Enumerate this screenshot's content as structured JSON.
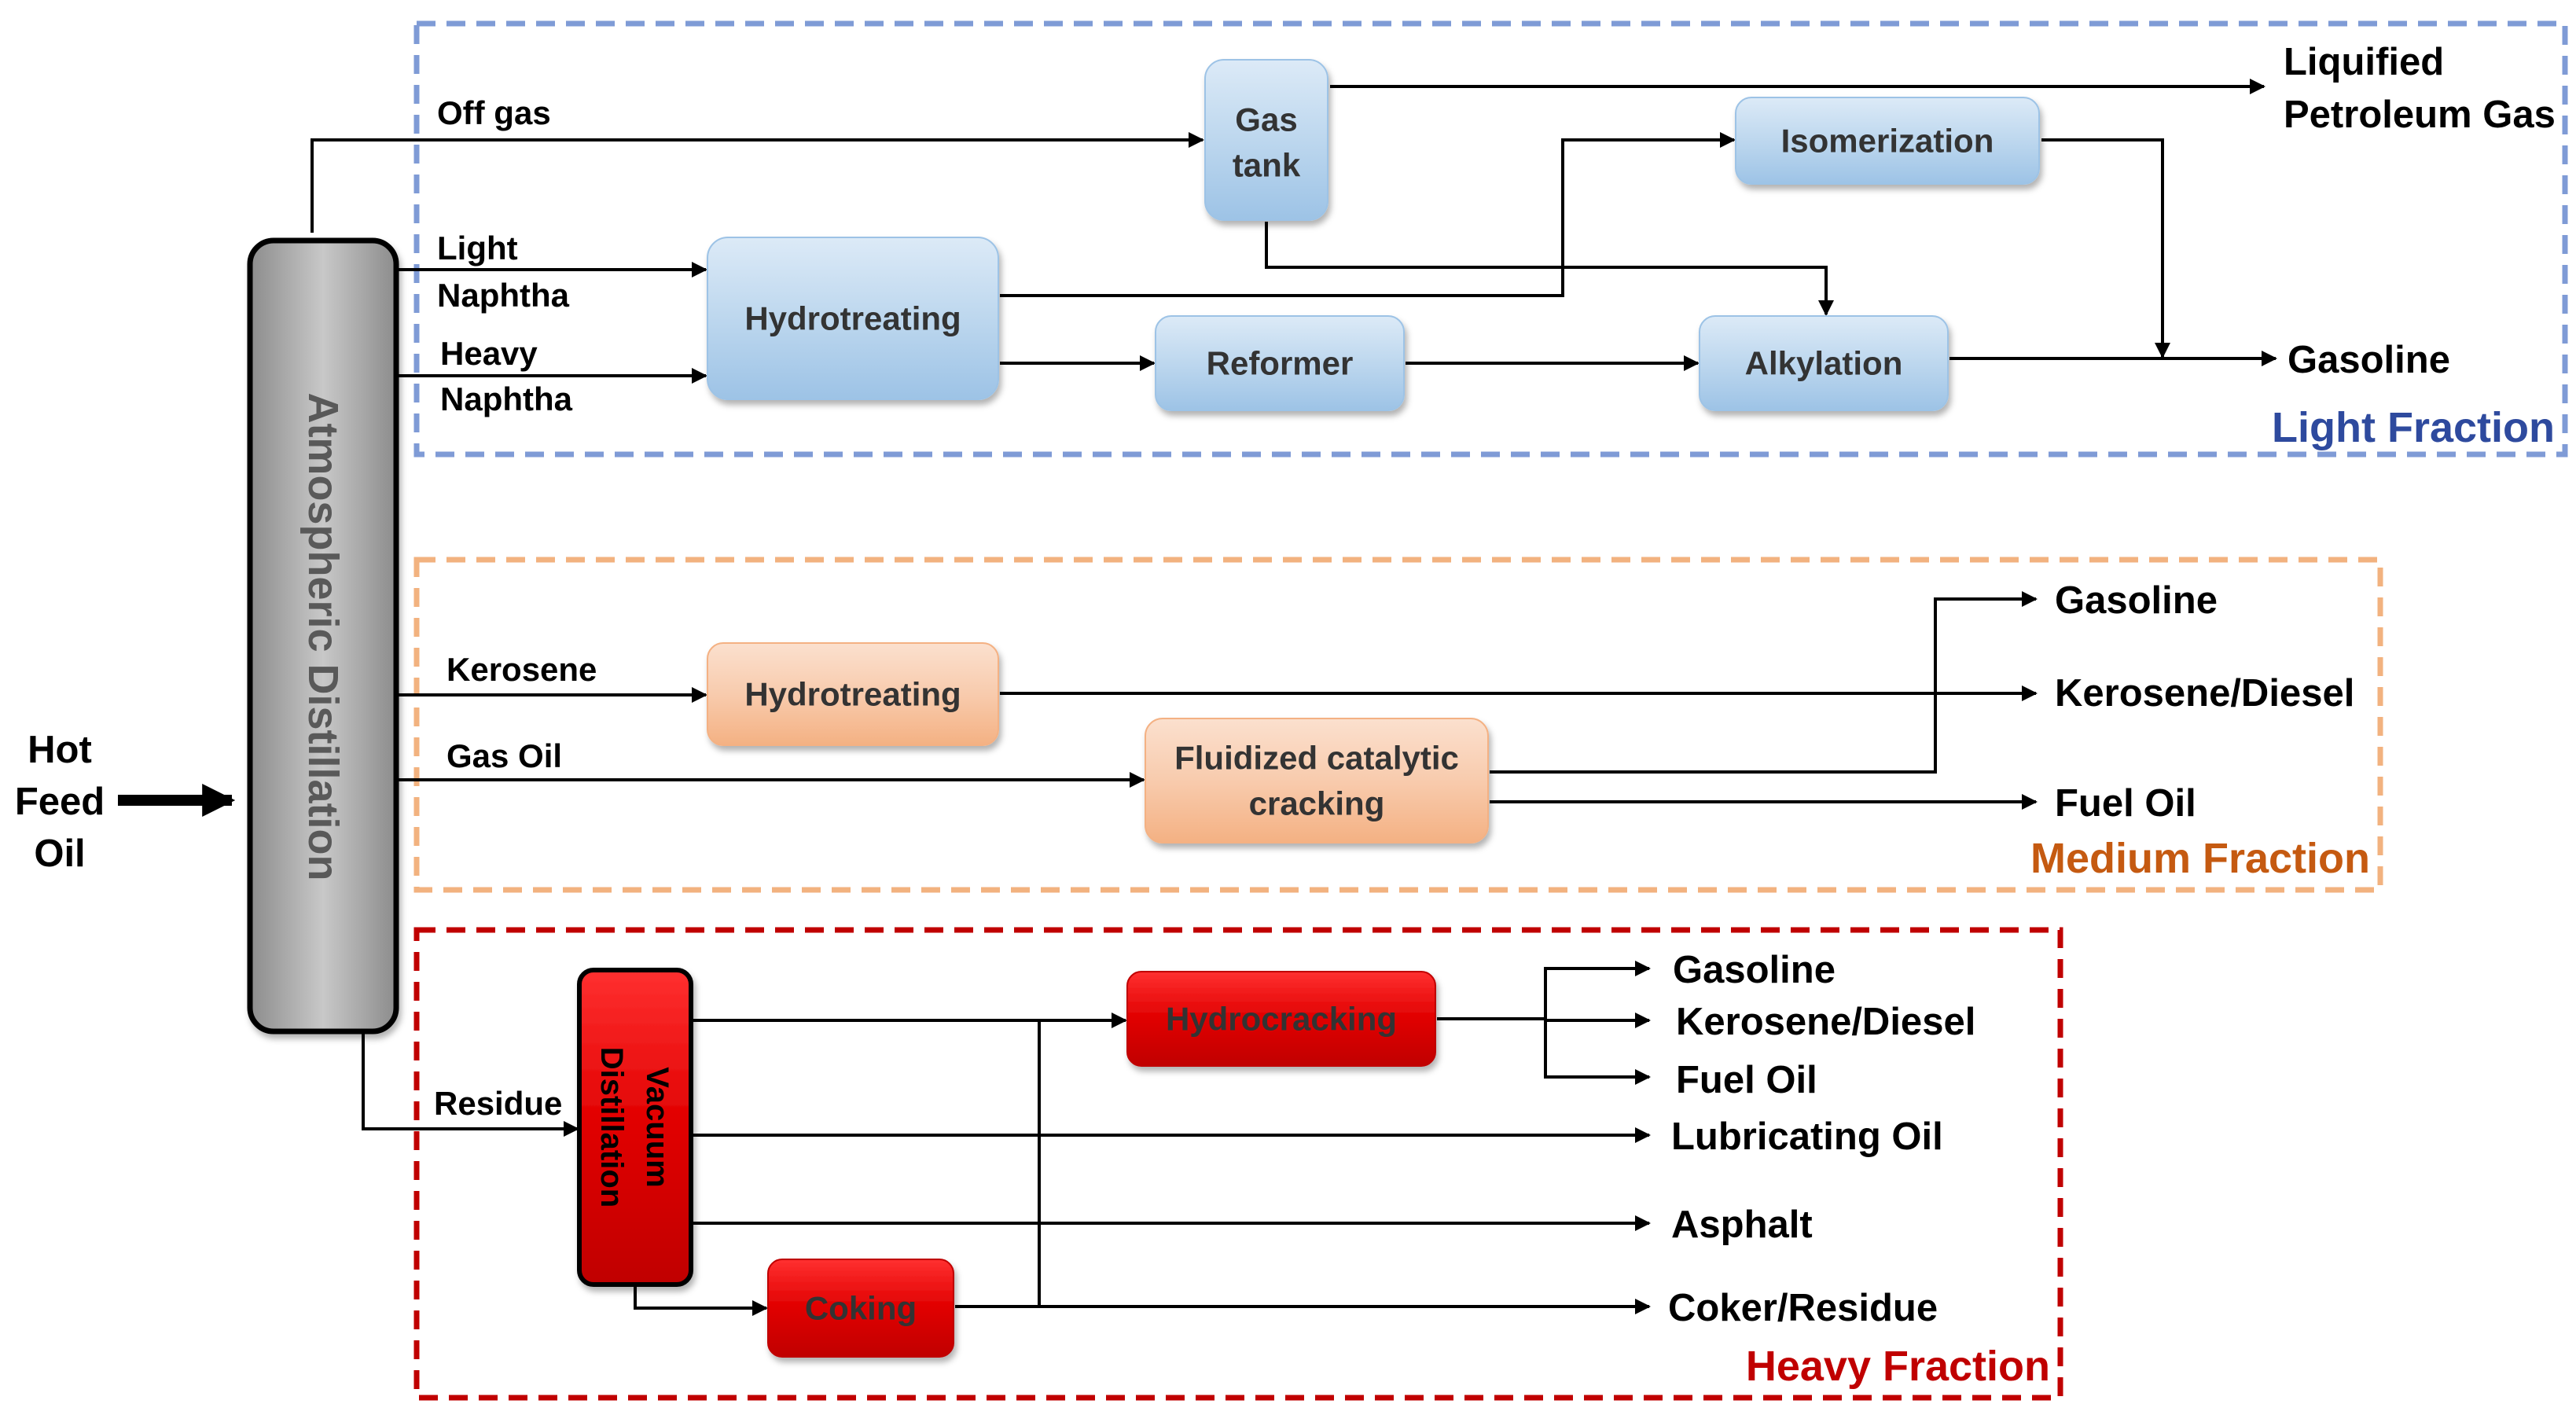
{
  "feed": {
    "line1": "Hot",
    "line2": "Feed",
    "line3": "Oil"
  },
  "column": {
    "label": "Atmospheric Distillation"
  },
  "sections": {
    "light": "Light Fraction",
    "medium": "Medium Fraction",
    "heavy": "Heavy Fraction"
  },
  "streams": {
    "off_gas": "Off gas",
    "light_naphtha_1": "Light",
    "light_naphtha_2": "Naphtha",
    "heavy_naphtha_1": "Heavy",
    "heavy_naphtha_2": "Naphtha",
    "kerosene": "Kerosene",
    "gas_oil": "Gas Oil",
    "residue": "Residue"
  },
  "units": {
    "gas_tank_1": "Gas",
    "gas_tank_2": "tank",
    "isomerization": "Isomerization",
    "hydrotreating_light": "Hydrotreating",
    "reformer": "Reformer",
    "alkylation": "Alkylation",
    "hydrotreating_medium": "Hydrotreating",
    "fcc_1": "Fluidized catalytic",
    "fcc_2": "cracking",
    "vacuum_1": "Vacuum",
    "vacuum_2": "Distillation",
    "hydrocracking": "Hydrocracking",
    "coking": "Coking"
  },
  "products": {
    "lpg_1": "Liquified",
    "lpg_2": "Petroleum Gas",
    "gasoline_light": "Gasoline",
    "gasoline_medium": "Gasoline",
    "kerosene_diesel_medium": "Kerosene/Diesel",
    "fuel_oil_medium": "Fuel Oil",
    "gasoline_heavy": "Gasoline",
    "kerosene_diesel_heavy": "Kerosene/Diesel",
    "fuel_oil_heavy": "Fuel Oil",
    "lubricating_oil": "Lubricating Oil",
    "asphalt": "Asphalt",
    "coker_residue": "Coker/Residue"
  },
  "colors": {
    "light_border": "#7F9BD6",
    "light_title": "#2E4A9E",
    "medium_border": "#F2B27F",
    "medium_title": "#C55A11",
    "heavy_border": "#C00000",
    "heavy_title": "#C00000",
    "light_box": "#BDD7EE",
    "medium_box": "#F8CBAD",
    "heavy_box": "#E00000",
    "column_fill": "#A6A6A6"
  }
}
